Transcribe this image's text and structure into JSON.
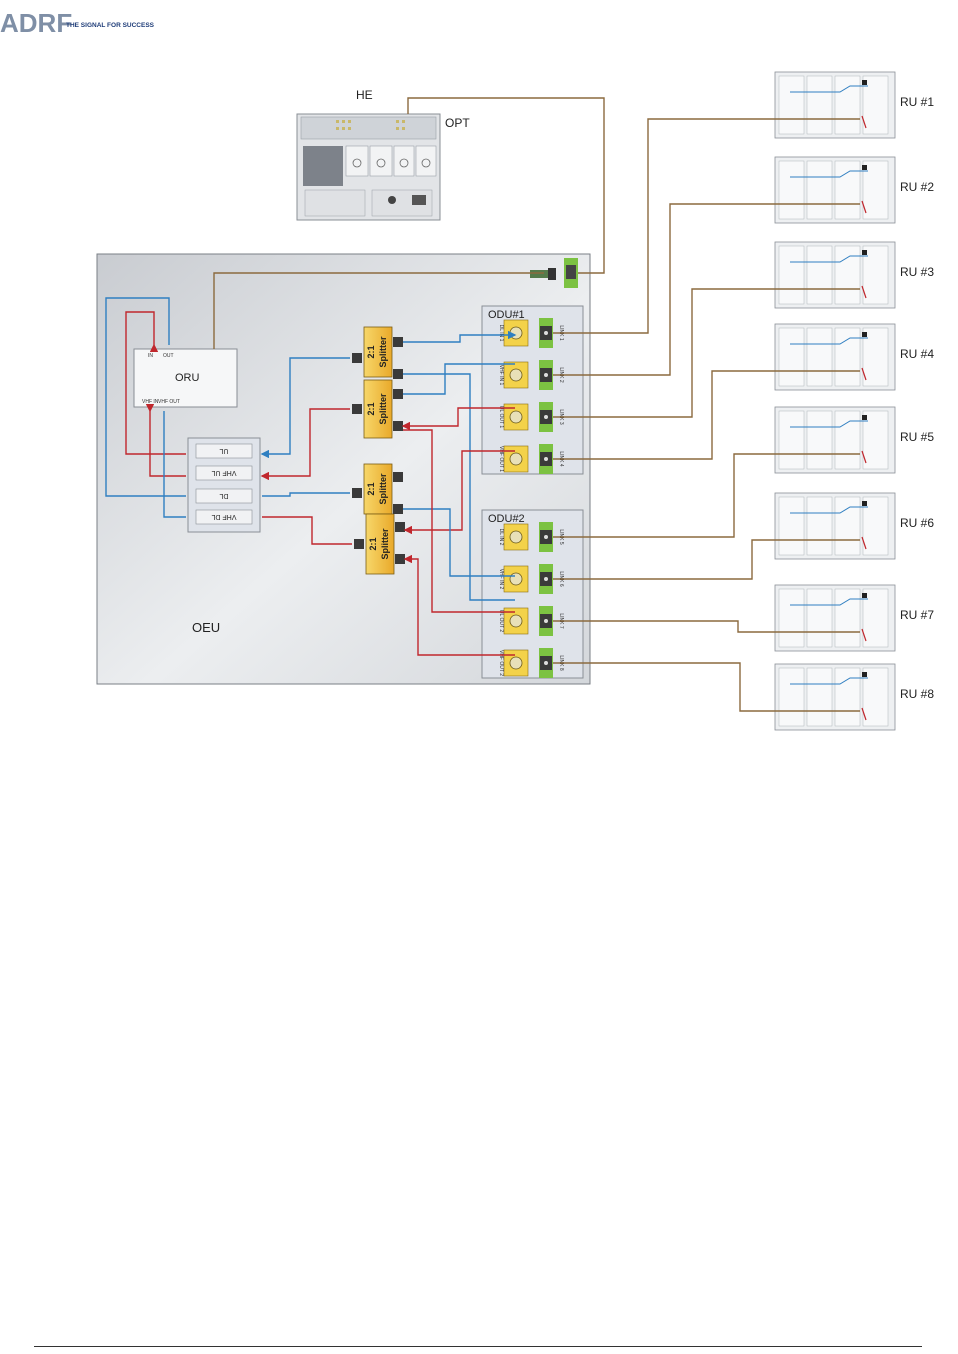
{
  "header": {
    "logo_text": "ADRF",
    "tagline": "THE SIGNAL FOR SUCCESS"
  },
  "head_end": {
    "label": "HE",
    "opt_label": "OPT"
  },
  "oeu": {
    "label": "OEU",
    "oru": {
      "label": "ORU",
      "ports": [
        "IN",
        "OUT",
        "VHF IN",
        "VHF OUT"
      ]
    },
    "combiner": {
      "rows": [
        "UL",
        "VHF UL",
        "DL",
        "VHF DL"
      ]
    },
    "splitters": [
      {
        "ratio": "2:1",
        "name": "Splitter"
      },
      {
        "ratio": "2:1",
        "name": "Splitter"
      },
      {
        "ratio": "2:1",
        "name": "Splitter"
      },
      {
        "ratio": "2:1",
        "name": "Splitter"
      }
    ],
    "odus": [
      {
        "label": "ODU#1",
        "rf_ports": [
          "DL IN 1",
          "VHF IN 1",
          "UL OUT 1",
          "VHF OUT 1"
        ],
        "links": [
          "LINK 1",
          "LINK 2",
          "LINK 3",
          "LINK 4"
        ]
      },
      {
        "label": "ODU#2",
        "rf_ports": [
          "DL IN 2",
          "VHF IN 2",
          "UL OUT 2",
          "VHF OUT 2"
        ],
        "links": [
          "LINK 5",
          "LINK 6",
          "LINK 7",
          "LINK 8"
        ]
      }
    ]
  },
  "remote_units": [
    {
      "label": "RU #1"
    },
    {
      "label": "RU #2"
    },
    {
      "label": "RU #3"
    },
    {
      "label": "RU #4"
    },
    {
      "label": "RU #5"
    },
    {
      "label": "RU #6"
    },
    {
      "label": "RU #7"
    },
    {
      "label": "RU #8"
    }
  ],
  "colors": {
    "uplink": "#c0272d",
    "downlink": "#2f7fc1",
    "fiber": "#8b6a3e",
    "splitter_fill": "#f3c23a",
    "port_green": "#7cc242"
  }
}
